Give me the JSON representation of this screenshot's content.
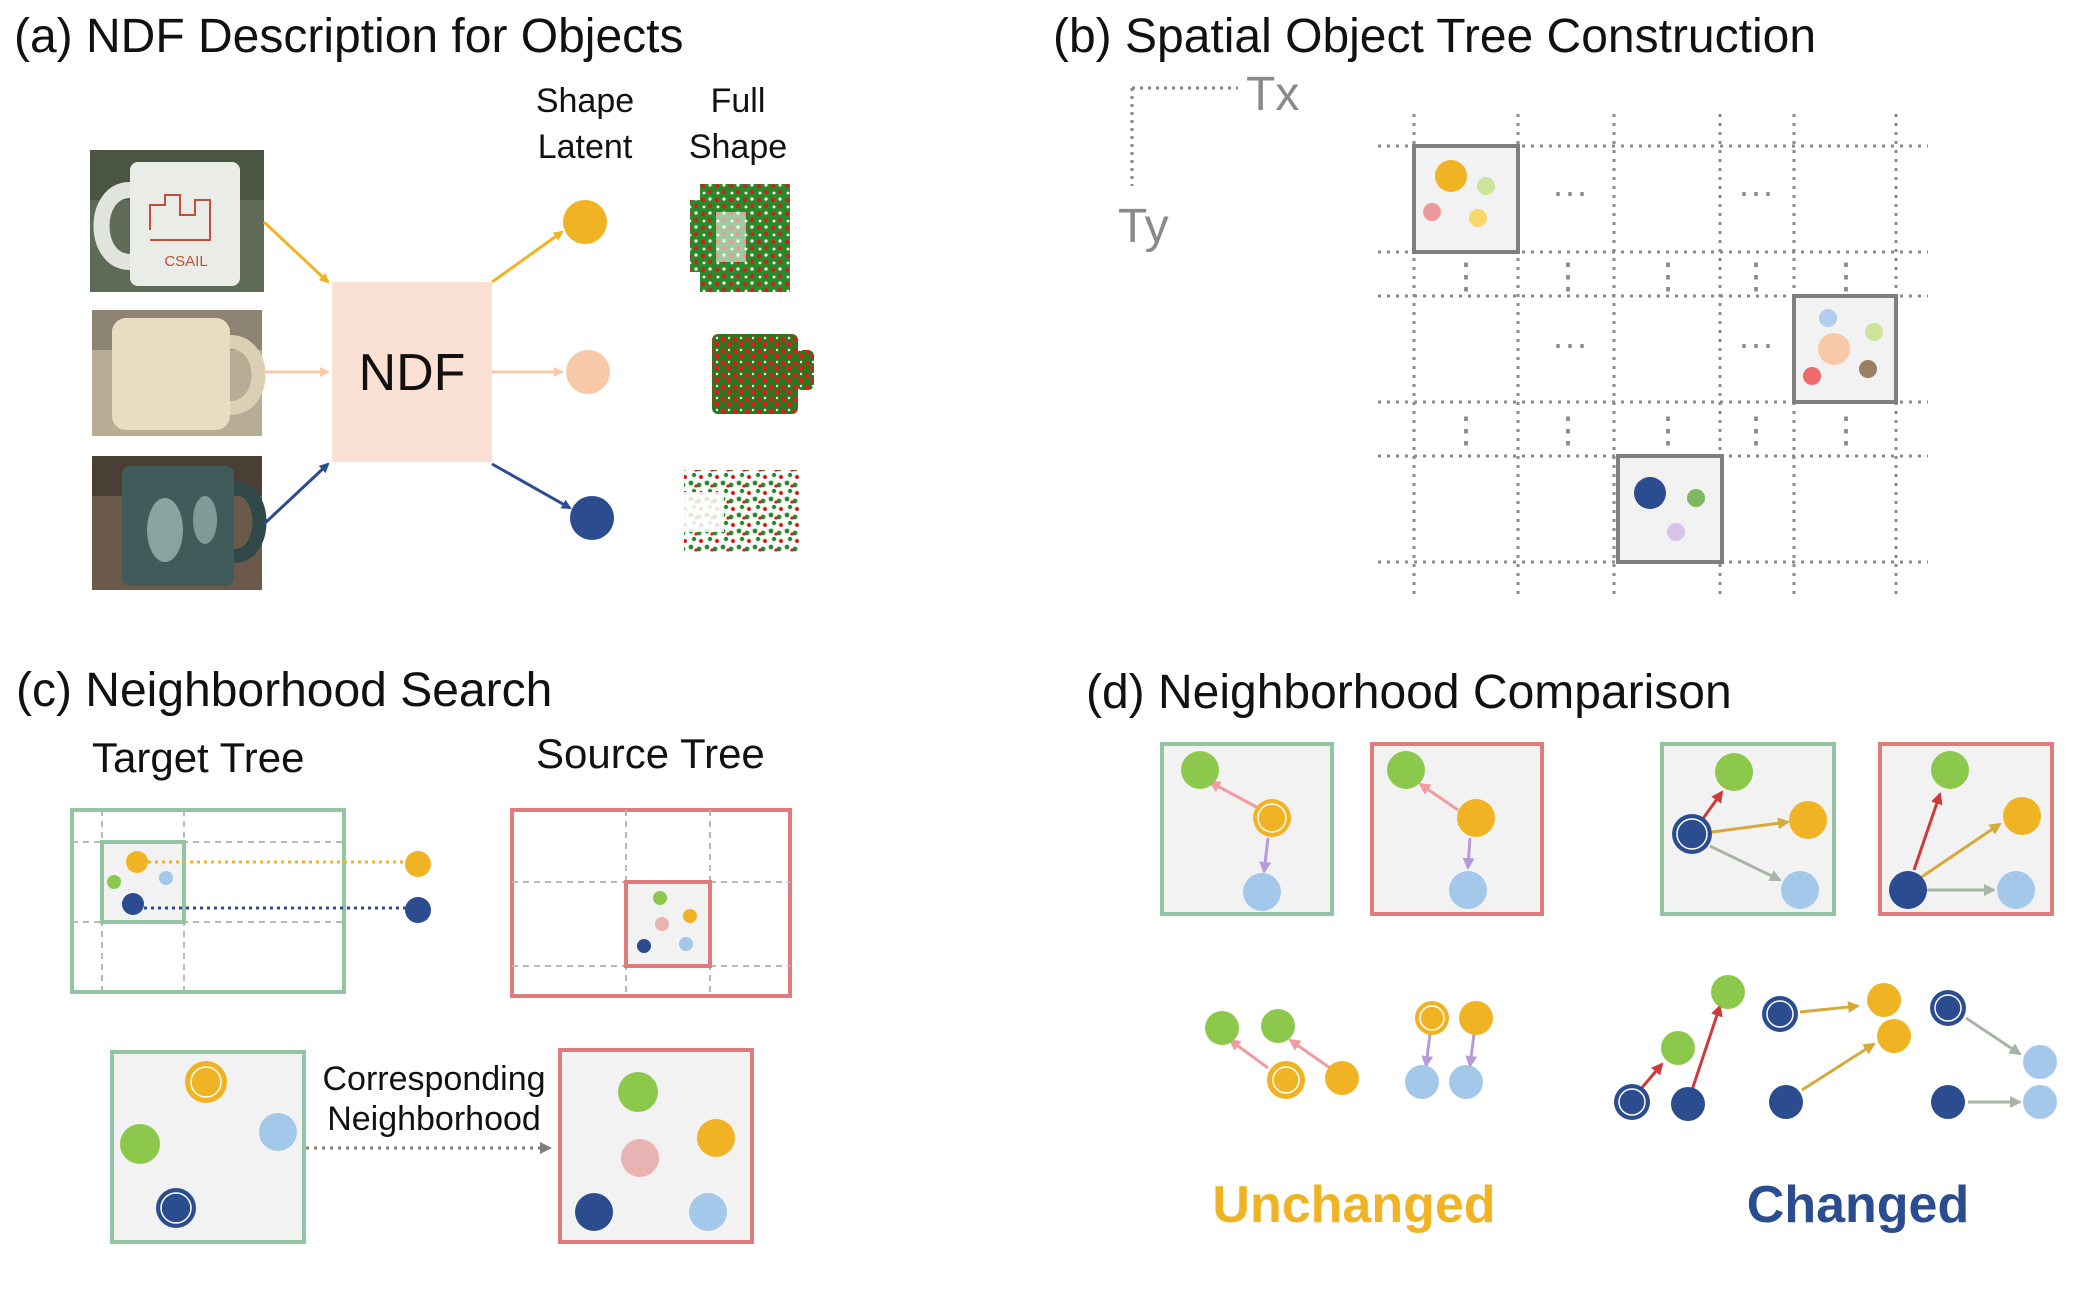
{
  "panels": {
    "a": {
      "title": "(a) NDF Description for Objects",
      "shape_latent_1": "Shape",
      "shape_latent_2": "Latent",
      "full_shape_1": "Full",
      "full_shape_2": "Shape",
      "ndf": "NDF"
    },
    "b": {
      "title": "(b) Spatial Object Tree Construction",
      "tx": "Tx",
      "ty": "Ty",
      "ellipsis_h": "···",
      "ellipsis_v": "⋮"
    },
    "c": {
      "title": "(c) Neighborhood Search",
      "target_tree": "Target Tree",
      "source_tree": "Source Tree",
      "corr_1": "Corresponding",
      "corr_2": "Neighborhood"
    },
    "d": {
      "title": "(d) Neighborhood Comparison",
      "unchanged": "Unchanged",
      "changed": "Changed"
    }
  },
  "mug_photos": {
    "top_logo": "CSAIL"
  },
  "colors": {
    "gold": "#f0b323",
    "peach": "#f8c9a8",
    "navy": "#2b4d8f",
    "green": "#8cc84b",
    "lightblue": "#a4c8ea",
    "pink": "#eab3b3",
    "lavender": "#c9b0de",
    "green_box": "#93c5a3",
    "red_box": "#e07b7b",
    "gray_box": "#7f7f7f",
    "arrow_pink": "#f09ca0",
    "arrow_purple": "#b79ad8",
    "arrow_red": "#cc3b3b",
    "arrow_gold": "#d6aa3a",
    "arrow_gray": "#a7b5a5",
    "unchanged_text": "#f0b323",
    "changed_text": "#2b4d8f"
  },
  "icons": [
    "mug-photo",
    "point-cloud",
    "latent-dot"
  ]
}
